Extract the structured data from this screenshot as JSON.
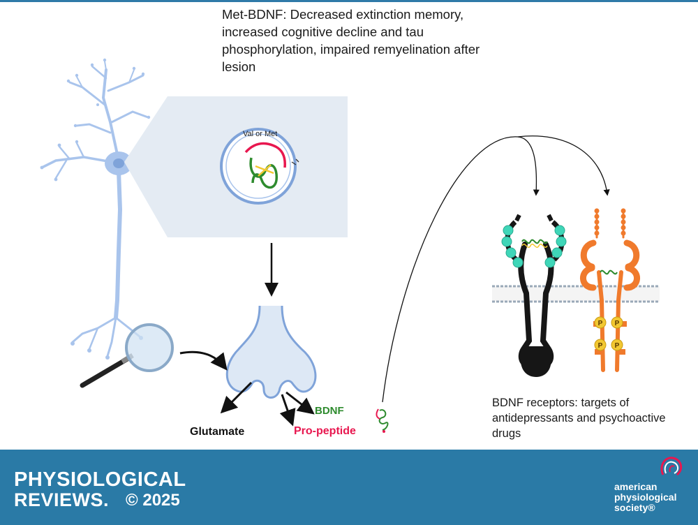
{
  "captions": {
    "met_bdnf": "Met-BDNF: Decreased extinction memory, increased cognitive decline and tau phosphorylation, impaired remyelination after lesion",
    "receptors": "BDNF receptors: targets of antidepressants and psychoactive drugs",
    "val_or_met": "Val or Met"
  },
  "labels": {
    "glutamate": "Glutamate",
    "bdnf": "BDNF",
    "propeptide": "Pro-peptide",
    "phospho": "P"
  },
  "footer": {
    "journal_line1": "PHYSIOLOGICAL",
    "journal_line2": "REVIEWS.",
    "copyright": "© 2025",
    "society": "american physiological society®"
  },
  "colors": {
    "neuron": "#a9c4ec",
    "neuron_dark": "#7fa3d9",
    "inset_panel": "#e4ebf3",
    "synapse_fill": "#dde8f5",
    "receptor_black": "#161616",
    "receptor_teal": "#3fd6b8",
    "receptor_orange": "#f07a2c",
    "phospho_yellow": "#f2c832",
    "bdnf_green": "#2e8b2e",
    "propeptide_red": "#e8174f",
    "footer_blue": "#2a7aa6"
  }
}
